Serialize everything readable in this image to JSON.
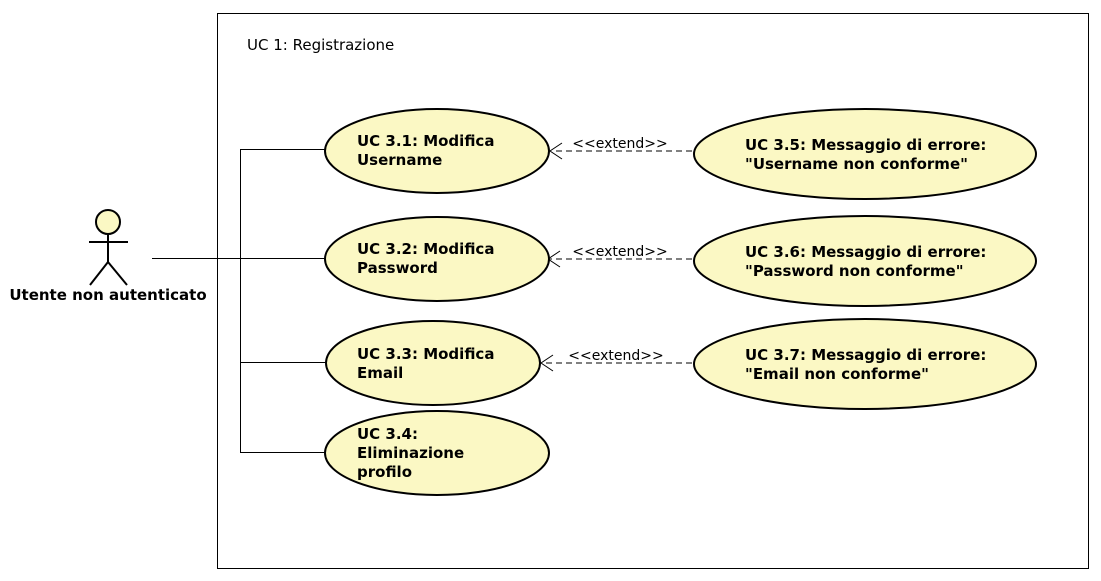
{
  "system": {
    "title": "UC 1: Registrazione"
  },
  "actor": {
    "name": "Utente non autenticato"
  },
  "use_cases": [
    {
      "id": "uc31",
      "lines": [
        "UC 3.1: Modifica",
        "Username"
      ]
    },
    {
      "id": "uc32",
      "lines": [
        "UC 3.2: Modifica",
        "Password"
      ]
    },
    {
      "id": "uc33",
      "lines": [
        "UC 3.3: Modifica",
        "Email"
      ]
    },
    {
      "id": "uc34",
      "lines": [
        "UC 3.4:",
        "Eliminazione",
        "profilo"
      ]
    },
    {
      "id": "uc35",
      "lines": [
        "UC 3.5: Messaggio di errore:",
        "\"Username non conforme\""
      ]
    },
    {
      "id": "uc36",
      "lines": [
        "UC 3.6: Messaggio di errore:",
        "\"Password non conforme\""
      ]
    },
    {
      "id": "uc37",
      "lines": [
        "UC 3.7: Messaggio di errore:",
        "\"Email non conforme\""
      ]
    }
  ],
  "relations": [
    {
      "from": "uc35",
      "to": "uc31",
      "label": "<<extend>>"
    },
    {
      "from": "uc36",
      "to": "uc32",
      "label": "<<extend>>"
    },
    {
      "from": "uc37",
      "to": "uc33",
      "label": "<<extend>>"
    }
  ],
  "colors": {
    "use_case_fill": "#fbf8c4",
    "actor_head_fill": "#fbf8c4",
    "stroke": "#000000"
  }
}
